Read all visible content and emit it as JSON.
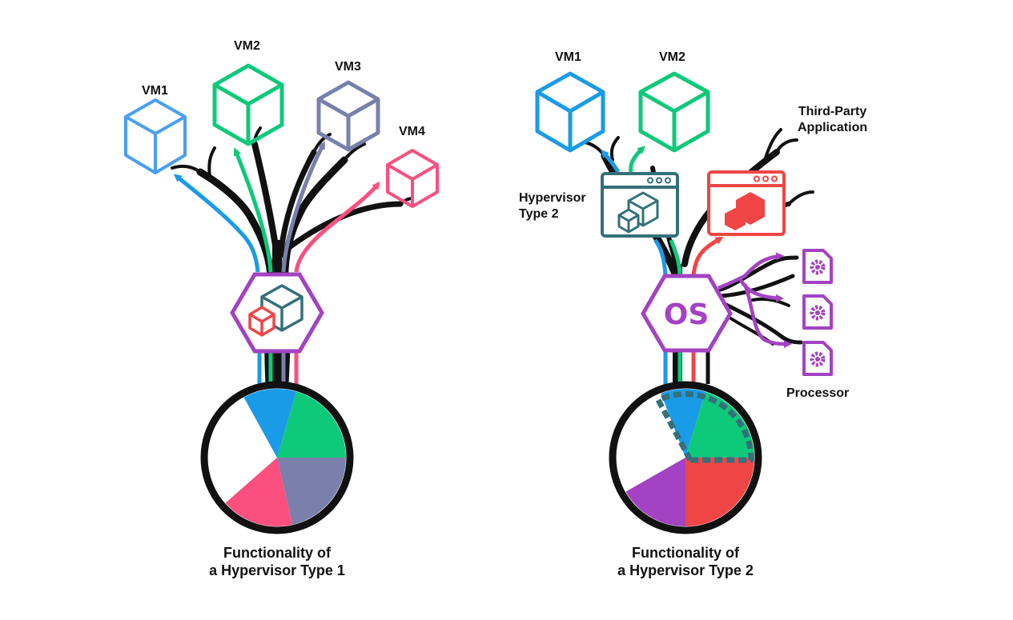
{
  "left": {
    "vm_labels": [
      "VM1",
      "VM2",
      "VM3",
      "VM4"
    ],
    "caption_line1": "Functionality of",
    "caption_line2": "a Hypervisor Type 1",
    "icons": [
      "vm-cube-icon",
      "hypervisor-hexagon-icon",
      "cubes-icon"
    ]
  },
  "right": {
    "vm_labels": [
      "VM1",
      "VM2"
    ],
    "third_party_line1": "Third-Party",
    "third_party_line2": "Application",
    "hypervisor_line1": "Hypervisor",
    "hypervisor_line2": "Type 2",
    "os_label": "OS",
    "processor_label": "Processor",
    "caption_line1": "Functionality of",
    "caption_line2": "a Hypervisor Type 2",
    "icons": [
      "vm-cube-icon",
      "app-window-icon",
      "process-document-gear-icon",
      "os-hexagon-icon"
    ]
  },
  "colors": {
    "blue": "#1a9be8",
    "blue_light": "#4a9ff0",
    "green": "#0ec97a",
    "slate": "#7a80ab",
    "pink": "#fb4f7f",
    "purple": "#a342c3",
    "red": "#f04545",
    "teal": "#34707a",
    "black": "#111111"
  }
}
